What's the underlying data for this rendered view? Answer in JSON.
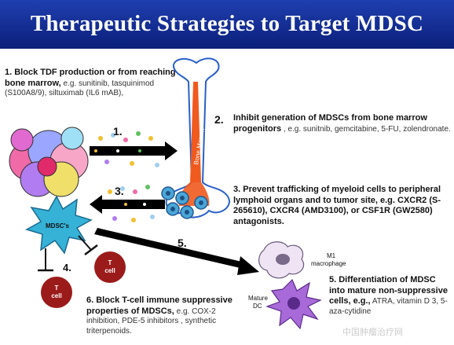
{
  "title": "Therapeutic Strategies to Target MDSC",
  "strategies": {
    "s1": {
      "head": "1. Block TDF production or from reaching bone marrow,",
      "examples": " e.g. sunitinib, tasquinimod (S100A8/9), siltuximab (IL6 mAB),"
    },
    "s2": {
      "head": "Inhibit generation of MDSCs from bone marrow progenitors",
      "examples": " , e.g. sunitnib, gemcitabine, 5-FU, zolendronate."
    },
    "s3": {
      "head": "3. Prevent trafficking of myeloid cells to peripheral lymphoid organs and to tumor site, e.g. CXCR2 (S-265610), CXCR4 (AMD3100), or CSF1R (GW2580) antagonists.",
      "examples": ""
    },
    "s5": {
      "head": "5. Differentiation of MDSC into mature non-suppressive cells, e.g.,",
      "examples": " ATRA, vitamin D 3, 5-aza-cytidine"
    },
    "s6": {
      "head": "6. Block T-cell immune suppressive properties of MDSCs,",
      "examples": " e.g. COX-2 inhibition, PDE-5 inhibitors , synthetic triterpenoids."
    }
  },
  "numbers": {
    "n1": "1.",
    "n2": "2.",
    "n3": "3.",
    "n4": "4.",
    "n5": "5."
  },
  "labels": {
    "bone": "Bone Marrow",
    "mdsc": "MDSC's",
    "tcell_top": "T",
    "tcell_bottom": "cell",
    "m1_line1": "M1",
    "m1_line2": "macrophage",
    "dc_line1": "Mature",
    "dc_line2": "DC"
  },
  "watermark": "中国肿瘤治疗网",
  "colors": {
    "banner": "#1432a0",
    "bone": "#f05a1e",
    "tcell": "#9b1b1b",
    "mdsc": "#36b2d6"
  }
}
